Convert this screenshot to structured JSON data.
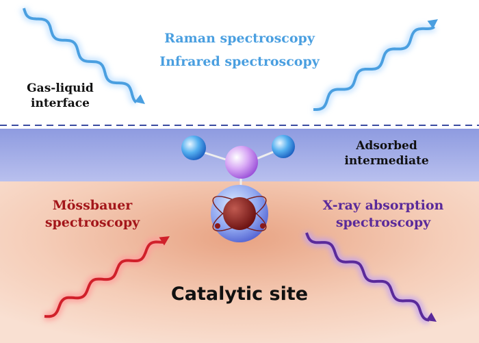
{
  "labels": {
    "raman": "Raman spectroscopy",
    "infrared": "Infrared spectroscopy",
    "gas_liquid_line1": "Gas-liquid",
    "gas_liquid_line2": "interface",
    "adsorbed_line1": "Adsorbed",
    "adsorbed_line2": "intermediate",
    "mossbauer_line1": "Mössbauer",
    "mossbauer_line2": "spectroscopy",
    "xray_line1": "X-ray absorption",
    "xray_line2": "spectroscopy",
    "catalytic_site": "Catalytic site"
  },
  "colors": {
    "vibrational": "#4a9fe0",
    "mossbauer": "#a3161a",
    "xray": "#5a2a9a",
    "band": "#9aa6e0",
    "substrate": "#f2c2aa"
  }
}
